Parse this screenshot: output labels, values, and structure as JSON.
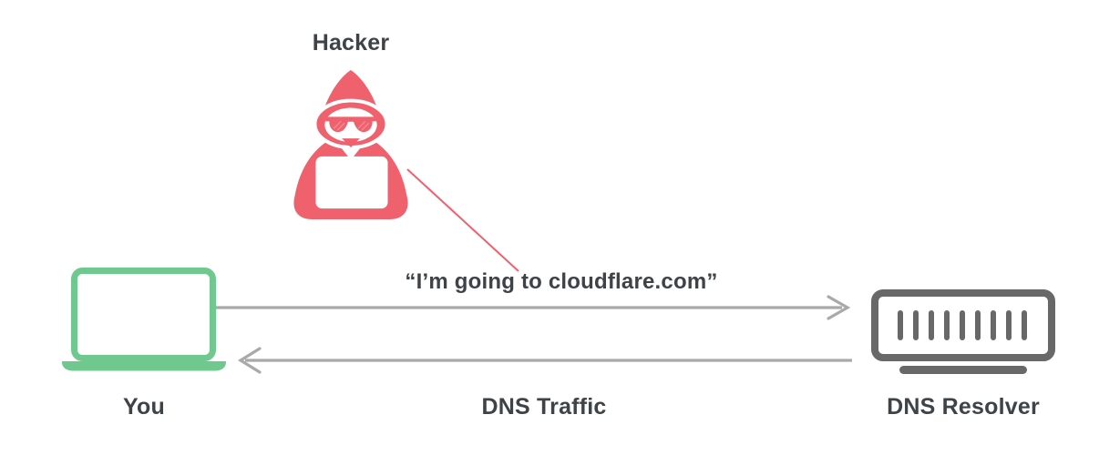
{
  "diagram": {
    "hacker": {
      "label": "Hacker",
      "icon": "hacker-icon"
    },
    "you": {
      "label": "You",
      "icon": "laptop-icon"
    },
    "resolver": {
      "label": "DNS Resolver",
      "icon": "server-icon"
    },
    "query_text": "“I’m going to cloudflare.com”",
    "traffic_label": "DNS Traffic",
    "colors": {
      "hacker_red": "#F0616E",
      "laptop_green": "#6FC98F",
      "server_gray": "#686868",
      "arrow_gray": "#A9A9A9",
      "label_text": "#3E4347",
      "background": "#FFFFFF"
    }
  }
}
